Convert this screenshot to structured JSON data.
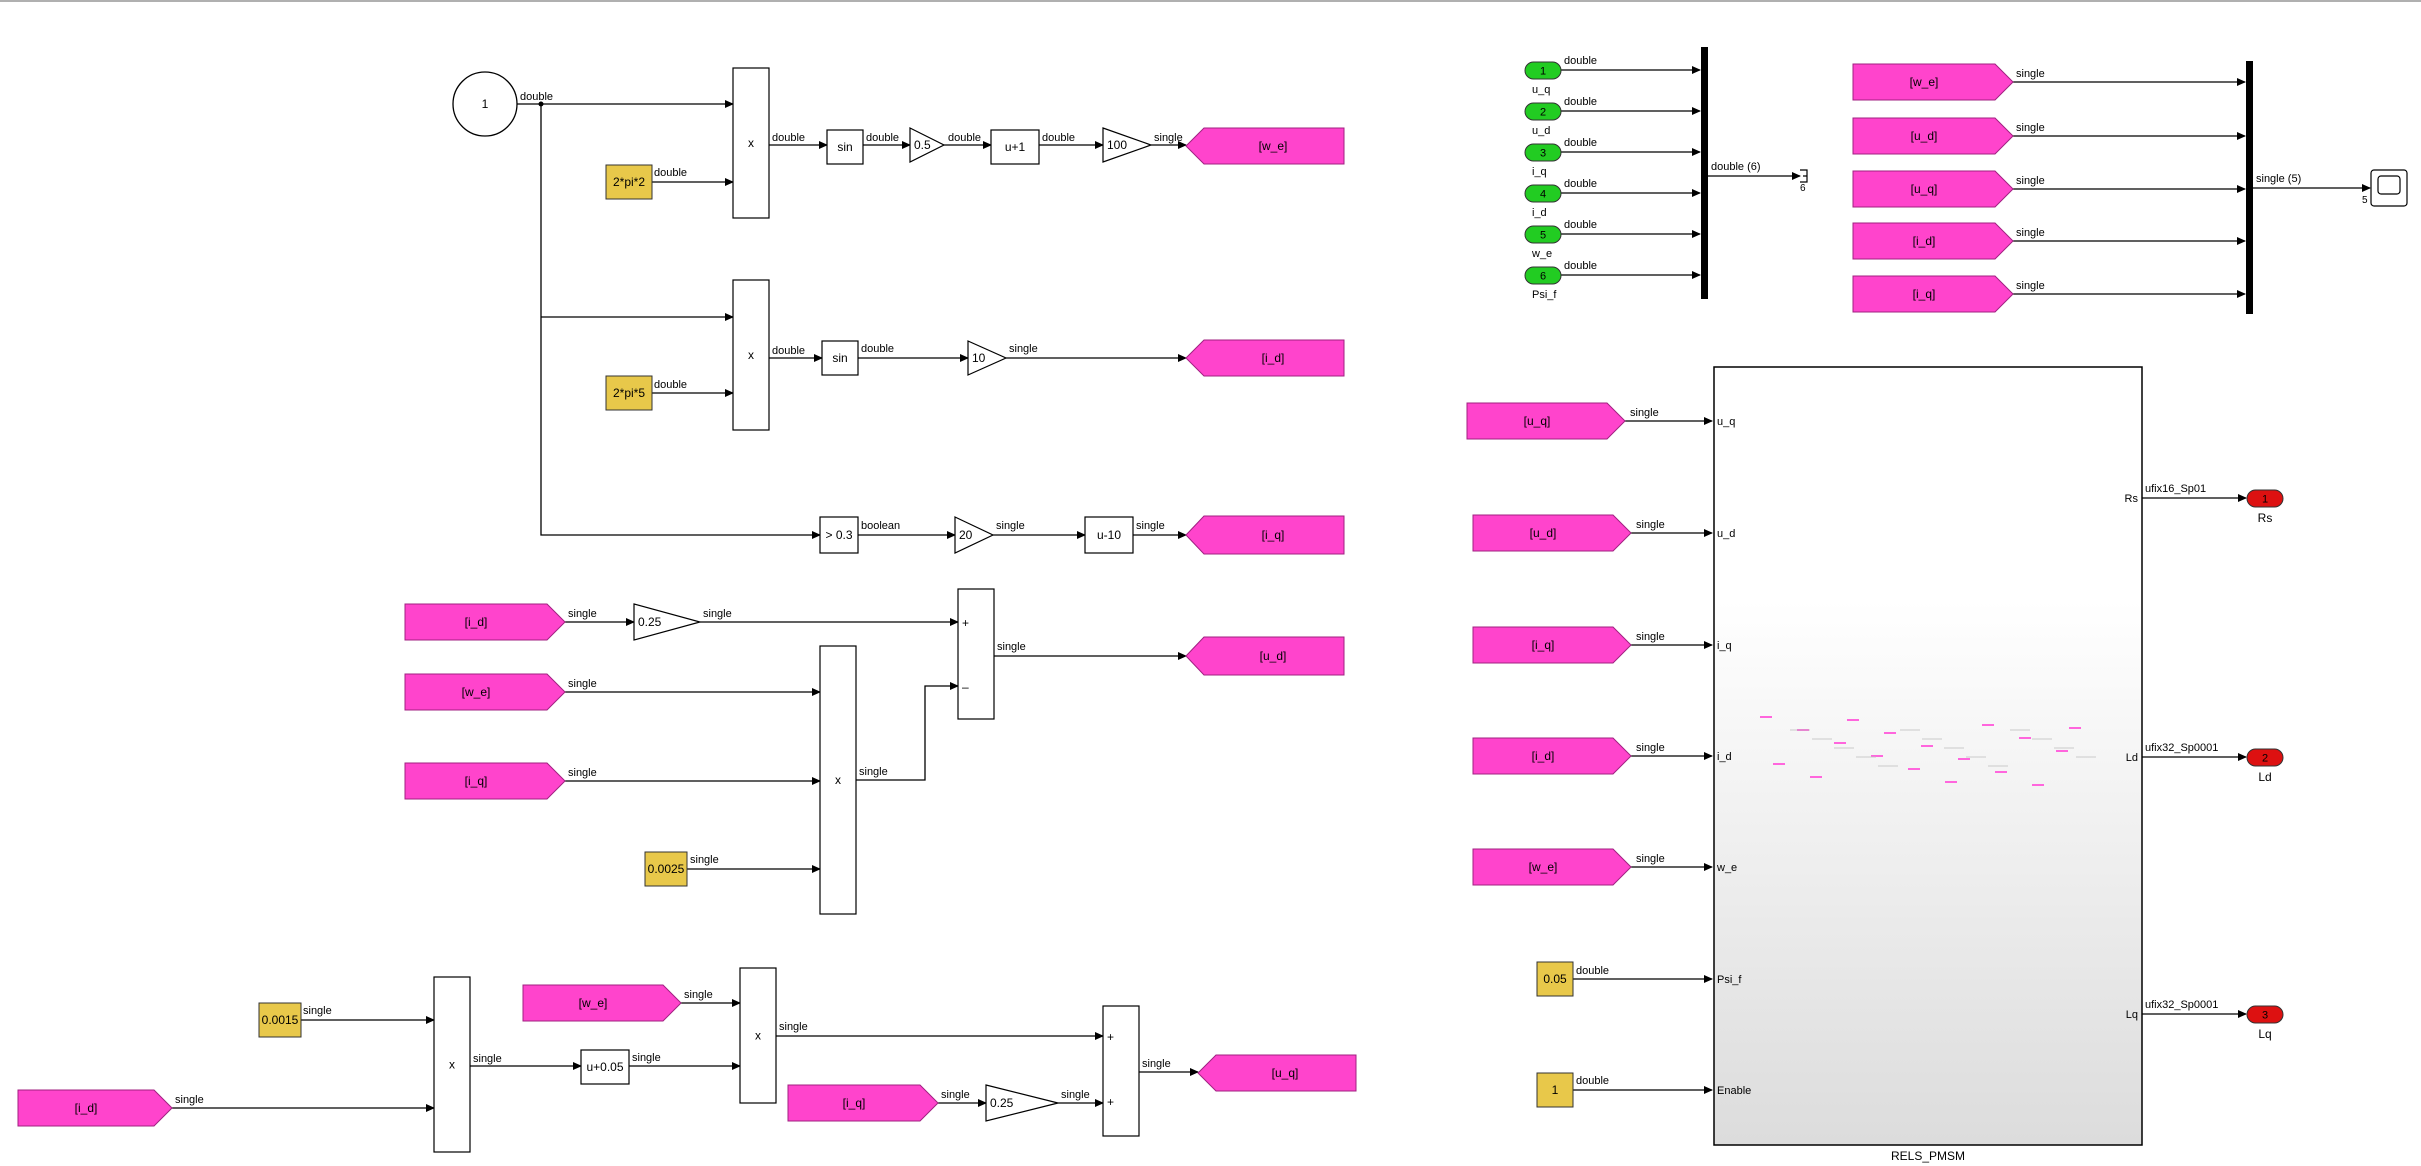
{
  "diagram": {
    "subsystem": {
      "name": "RELS_PMSM",
      "in_ports": [
        "u_q",
        "u_d",
        "i_q",
        "i_d",
        "w_e",
        "Psi_f",
        "Enable"
      ],
      "out_ports": [
        "Rs",
        "Ld",
        "Lq"
      ],
      "out_types": [
        "ufix16_Sp01",
        "ufix32_Sp0001",
        "ufix32_Sp0001"
      ]
    },
    "inports": [
      {
        "num": "1",
        "name": "u_q"
      },
      {
        "num": "2",
        "name": "u_d"
      },
      {
        "num": "3",
        "name": "i_q"
      },
      {
        "num": "4",
        "name": "i_d"
      },
      {
        "num": "5",
        "name": "w_e"
      },
      {
        "num": "6",
        "name": "Psi_f"
      }
    ],
    "outports": [
      {
        "num": "1",
        "name": "Rs"
      },
      {
        "num": "2",
        "name": "Ld"
      },
      {
        "num": "3",
        "name": "Lq"
      }
    ],
    "labels": {
      "clock": "1",
      "product": "x",
      "sin": "sin",
      "gain_05": "0.5",
      "bias_1": "u+1",
      "gain_100": "100",
      "gain_10": "10",
      "compare": "> 0.3",
      "gain_20": "20",
      "bias_m10": "u-10",
      "gain_025": "0.25",
      "plus": "+",
      "minus": "–",
      "bias_005": "u+0.05"
    },
    "constants": {
      "c1": "2*pi*2",
      "c2": "2*pi*5",
      "c3": "0.0025",
      "c4": "0.0015",
      "c5": "0.05",
      "c6": "1"
    },
    "goto_tags": {
      "we": "[w_e]",
      "id": "[i_d]",
      "iq": "[i_q]",
      "ud": "[u_d]",
      "uq": "[u_q]"
    },
    "signal_types": {
      "double": "double",
      "single": "single",
      "boolean": "boolean",
      "double6": "double (6)",
      "single5": "single (5)"
    },
    "terminator_num": "6",
    "scope_num": "5",
    "colors": {
      "goto": "#ff44cc",
      "constant": "#e8c84a",
      "inport": "#22cc22",
      "outport": "#dd1111"
    }
  }
}
